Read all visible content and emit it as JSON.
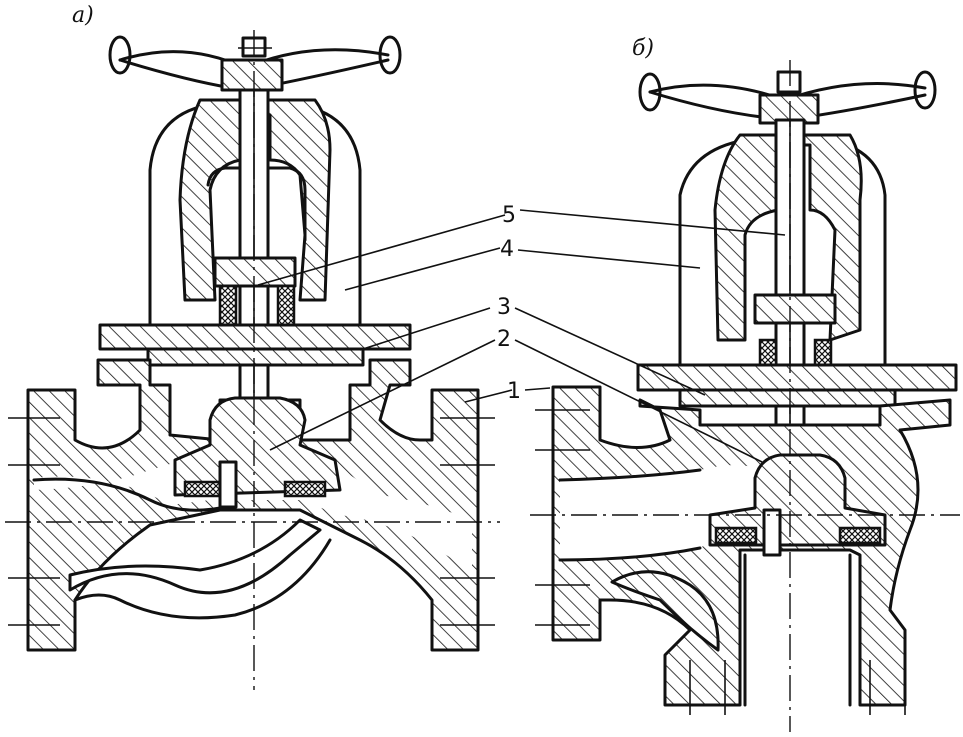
{
  "figure": {
    "view_a_label": "а)",
    "view_b_label": "б)",
    "callouts": [
      "5",
      "4",
      "3",
      "2",
      "1"
    ]
  },
  "colors": {
    "ink": "#111111",
    "paper": "#ffffff"
  }
}
